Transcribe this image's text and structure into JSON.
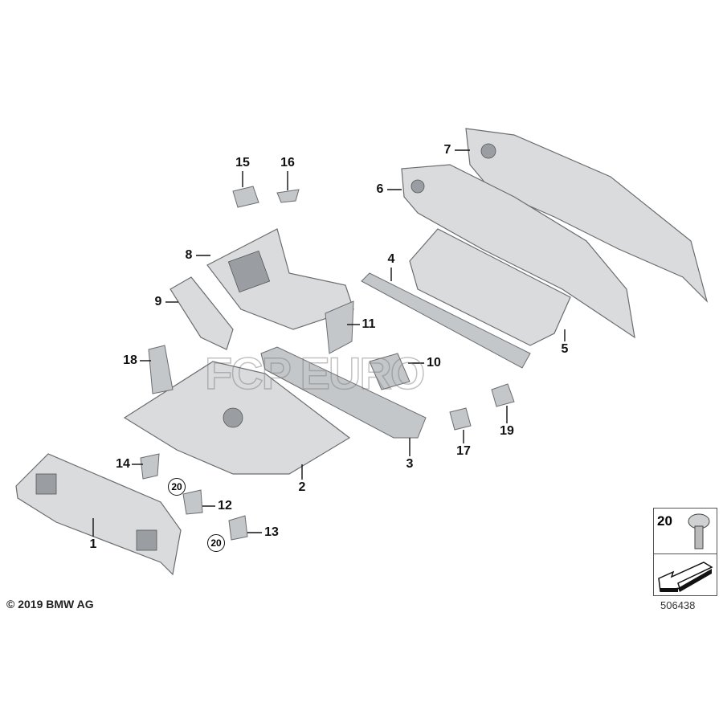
{
  "callouts": [
    "1",
    "2",
    "3",
    "4",
    "5",
    "6",
    "7",
    "8",
    "9",
    "10",
    "11",
    "12",
    "13",
    "14",
    "15",
    "16",
    "17",
    "18",
    "19"
  ],
  "screw_callouts": [
    "20",
    "20"
  ],
  "legend": {
    "part_number": "20",
    "screw_icon": "screw-icon",
    "arrow_icon": "direction-arrow-icon"
  },
  "copyright": "© 2019 BMW AG",
  "diagram_id": "506438",
  "watermark": "FCP EURO"
}
